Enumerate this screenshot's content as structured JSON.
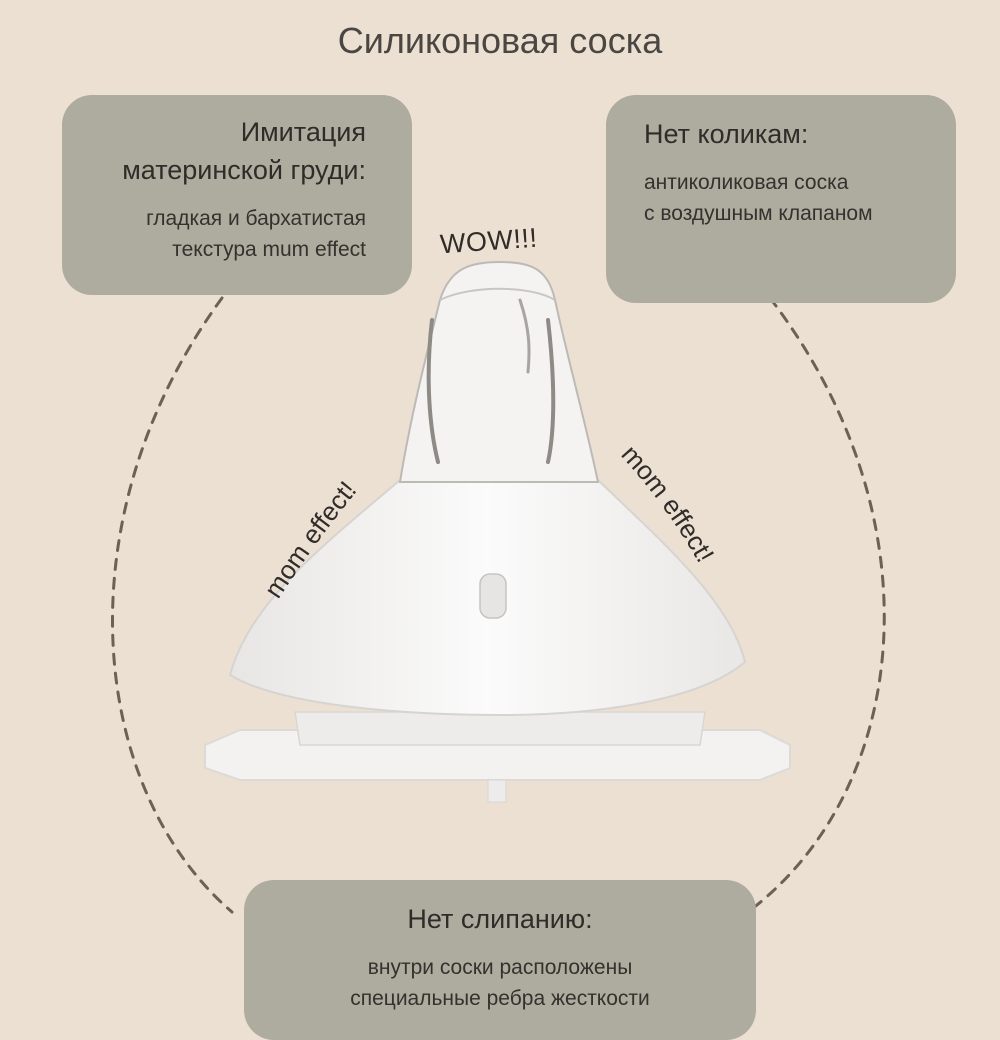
{
  "title": "Силиконовая соска",
  "card_left": {
    "heading_line1": "Имитация",
    "heading_line2": "материнской груди:",
    "text_line1": "гладкая и бархатистая",
    "text_line2": "текстура mum effect"
  },
  "card_right": {
    "heading": "Нет коликам:",
    "text_line1": "антиколиковая соска",
    "text_line2": "с воздушным клапаном"
  },
  "card_bottom": {
    "heading": "Нет слипанию:",
    "text_line1": "внутри соски расположены",
    "text_line2": "специальные ребра жесткости"
  },
  "badges": {
    "wow": "WOW!!!",
    "mom_left": "mom effect!",
    "mom_right": "mom effect!"
  },
  "colors": {
    "background": "#ece0d2",
    "card": "#aeac9f",
    "line": "#6b6157"
  },
  "icons": [
    "baby-bottle-nipple-image"
  ]
}
